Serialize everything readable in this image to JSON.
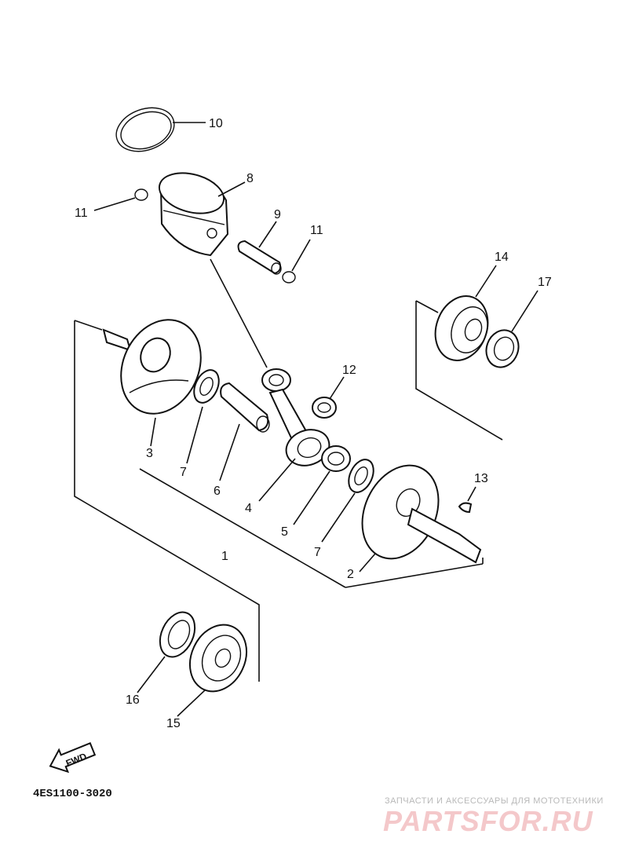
{
  "diagram": {
    "code": "4ES1100-3020",
    "direction_label": "FWD",
    "callouts": [
      {
        "id": "c10",
        "text": "10"
      },
      {
        "id": "c8",
        "text": "8"
      },
      {
        "id": "c11a",
        "text": "11"
      },
      {
        "id": "c9",
        "text": "9"
      },
      {
        "id": "c11b",
        "text": "11"
      },
      {
        "id": "c14",
        "text": "14"
      },
      {
        "id": "c17",
        "text": "17"
      },
      {
        "id": "c12",
        "text": "12"
      },
      {
        "id": "c13",
        "text": "13"
      },
      {
        "id": "c3",
        "text": "3"
      },
      {
        "id": "c7a",
        "text": "7"
      },
      {
        "id": "c6",
        "text": "6"
      },
      {
        "id": "c4",
        "text": "4"
      },
      {
        "id": "c5",
        "text": "5"
      },
      {
        "id": "c1",
        "text": "1"
      },
      {
        "id": "c7b",
        "text": "7"
      },
      {
        "id": "c2",
        "text": "2"
      },
      {
        "id": "c16",
        "text": "16"
      },
      {
        "id": "c15",
        "text": "15"
      }
    ]
  },
  "watermark": {
    "line1": "ЗАПЧАСТИ И АКСЕССУАРЫ ДЛЯ МОТОТЕХНИКИ",
    "line2": "PARTSFOR.RU"
  }
}
